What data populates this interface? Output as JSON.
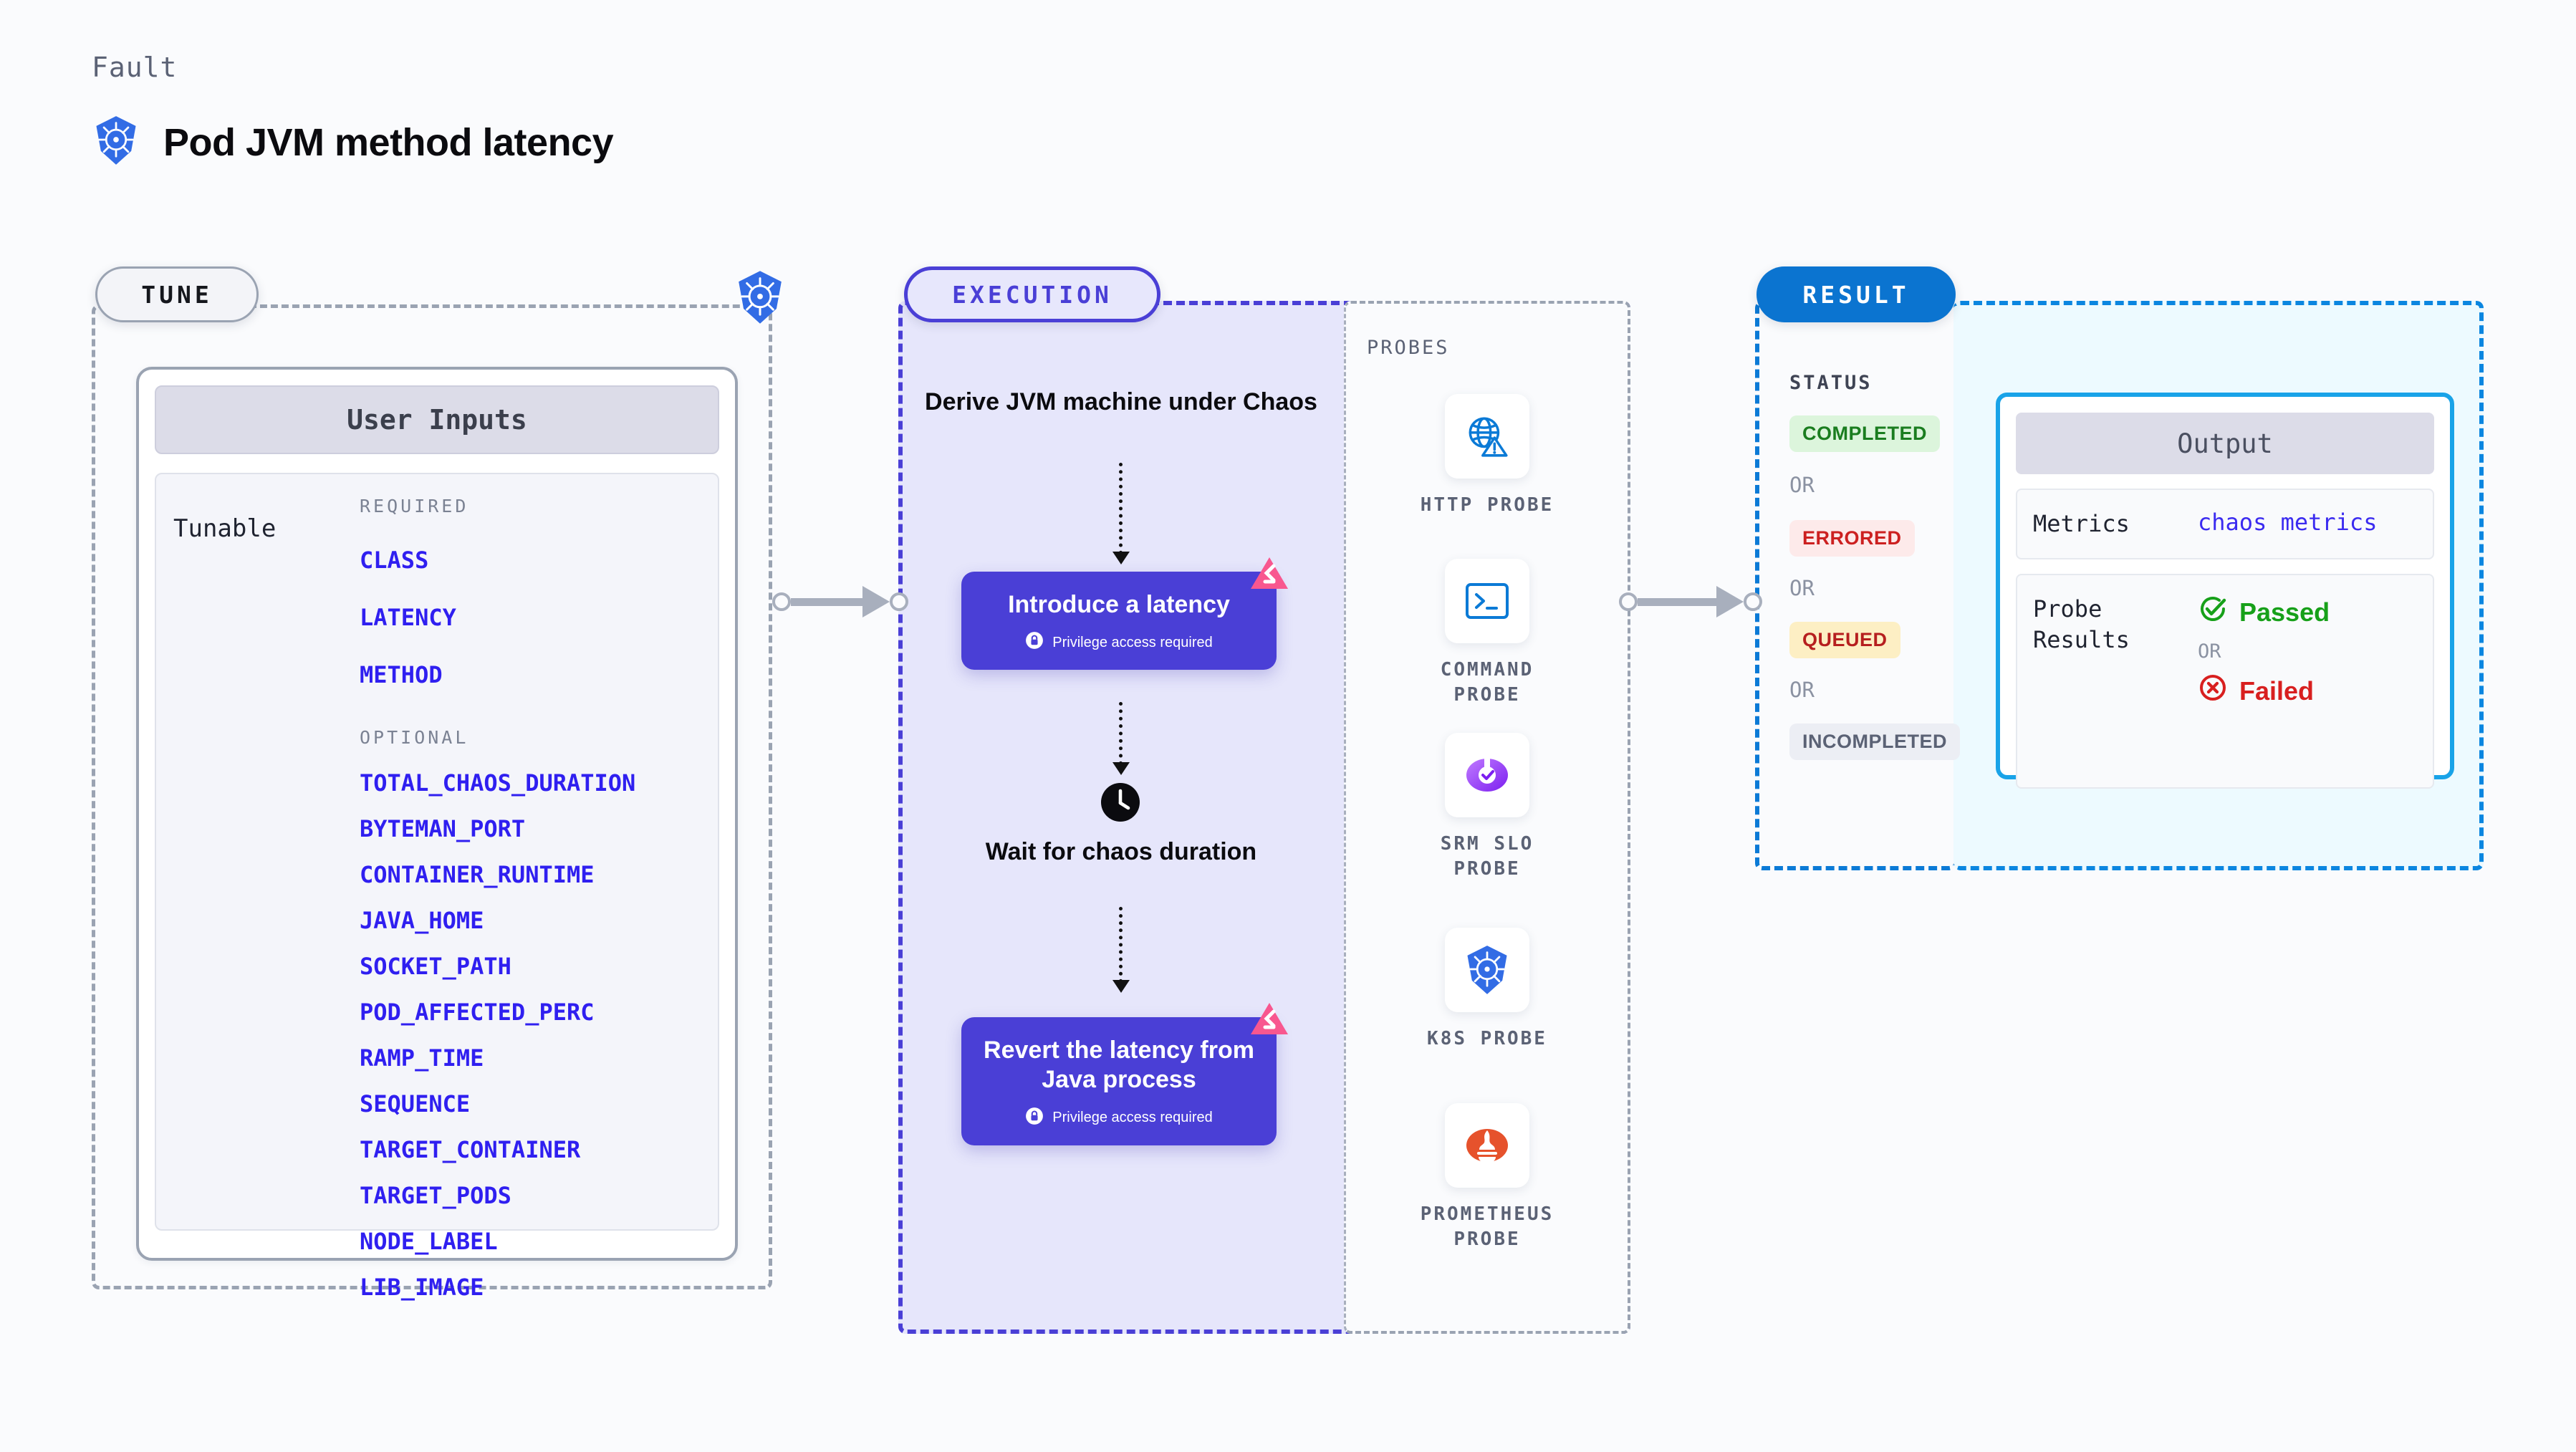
{
  "header": {
    "kicker": "Fault",
    "title": "Pod JVM method latency",
    "icon": "kubernetes-logo"
  },
  "tune": {
    "pill_label": "TUNE",
    "badge_icon": "kubernetes-logo",
    "card": {
      "header": "User Inputs",
      "row_label": "Tunable",
      "required_label": "REQUIRED",
      "required": [
        "CLASS",
        "LATENCY",
        "METHOD"
      ],
      "optional_label": "OPTIONAL",
      "optional": [
        "TOTAL_CHAOS_DURATION",
        "BYTEMAN_PORT",
        "CONTAINER_RUNTIME",
        "JAVA_HOME",
        "SOCKET_PATH",
        "POD_AFFECTED_PERC",
        "RAMP_TIME",
        "SEQUENCE",
        "TARGET_CONTAINER",
        "TARGET_PODS",
        "NODE_LABEL",
        "LIB_IMAGE"
      ]
    }
  },
  "execution": {
    "pill_label": "EXECUTION",
    "steps": [
      {
        "type": "text",
        "label": "Derive JVM machine under Chaos"
      },
      {
        "type": "card",
        "label": "Introduce a latency",
        "privilege": "Privilege access required",
        "badge_icon": "litmus-chaos-icon",
        "lock_icon": "lock-icon"
      },
      {
        "type": "text",
        "label": "Wait for chaos duration",
        "icon": "clock-icon"
      },
      {
        "type": "card",
        "label": "Revert the latency from Java process",
        "privilege": "Privilege access required",
        "badge_icon": "litmus-chaos-icon",
        "lock_icon": "lock-icon"
      }
    ]
  },
  "probes": {
    "label": "PROBES",
    "items": [
      {
        "name": "HTTP PROBE",
        "icon": "globe-warning-icon"
      },
      {
        "name": "COMMAND PROBE",
        "icon": "terminal-icon"
      },
      {
        "name": "SRM SLO PROBE",
        "icon": "srm-slo-icon"
      },
      {
        "name": "K8S PROBE",
        "icon": "kubernetes-logo"
      },
      {
        "name": "PROMETHEUS PROBE",
        "icon": "prometheus-logo"
      }
    ]
  },
  "result": {
    "pill_label": "RESULT",
    "status_label": "STATUS",
    "or_label": "OR",
    "statuses": [
      {
        "label": "COMPLETED",
        "bg": "#dcf5dc",
        "fg": "#1a7d1f"
      },
      {
        "label": "ERRORED",
        "bg": "#fdeaea",
        "fg": "#cc2020"
      },
      {
        "label": "QUEUED",
        "bg": "#fdefc4",
        "fg": "#b61f1f"
      },
      {
        "label": "INCOMPLETED",
        "bg": "#eceef4",
        "fg": "#5b6275"
      }
    ]
  },
  "output": {
    "header": "Output",
    "metrics_key": "Metrics",
    "metrics_value": "chaos metrics",
    "probe_results_key": "Probe Results",
    "passed_label": "Passed",
    "failed_label": "Failed",
    "or_label": "OR",
    "pass_icon": "check-circle-icon",
    "fail_icon": "x-circle-icon"
  },
  "connectors": {
    "tune_to_exec": "arrow-right",
    "exec_to_result": "arrow-right"
  },
  "colors": {
    "indigo": "#4a3fd6",
    "blue": "#0b74d0",
    "cyan": "#19a3e8",
    "pink": "#f8578f",
    "param_blue": "#2f1ff0"
  }
}
